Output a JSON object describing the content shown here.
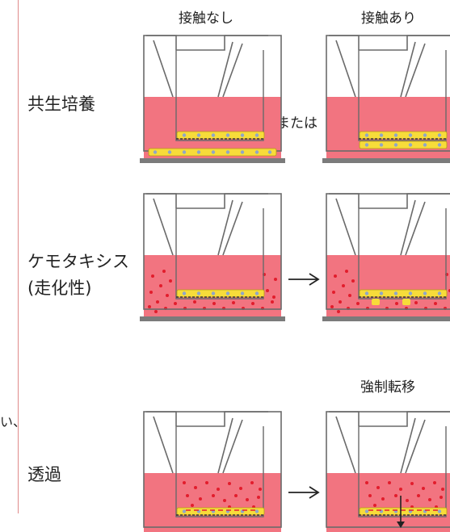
{
  "left_fragment": "い、",
  "headers": {
    "no_contact": "接触なし",
    "contact": "接触あり",
    "forced": "強制転移"
  },
  "rows": {
    "coculture": {
      "label": "共生培養",
      "connector": "または"
    },
    "chemotaxis": {
      "label_line1": "ケモタキシス",
      "label_line2": "(走化性)",
      "connector": "→"
    },
    "permeation": {
      "label": "透過",
      "connector": "→"
    }
  },
  "colors": {
    "medium": "#f27480",
    "cell_fill": "#f7dc3a",
    "cell_dot": "#8fa6c8",
    "red_dot": "#e21d2c",
    "outline": "#6a6a6a",
    "base": "#7b7b7b",
    "divider": "#e08a8a"
  },
  "icons": [
    "arrow-right-icon",
    "arrow-down-icon"
  ]
}
